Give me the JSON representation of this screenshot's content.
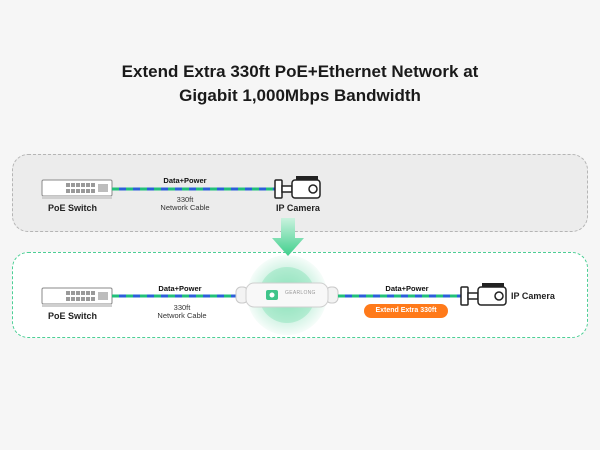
{
  "title": {
    "line1": "Extend Extra 330ft PoE+Ethernet Network at",
    "line2": "Gigabit 1,000Mbps Bandwidth"
  },
  "top_panel": {
    "device_left": "PoE Switch",
    "device_right": "IP Camera",
    "cable_top_label": "Data+Power",
    "cable_length": "330ft",
    "cable_type": "Network Cable"
  },
  "bottom_panel": {
    "device_left": "PoE Switch",
    "device_right": "IP Camera",
    "cable1_top_label": "Data+Power",
    "cable1_length": "330ft",
    "cable1_type": "Network Cable",
    "cable2_top_label": "Data+Power",
    "extender_badge": "Extend Extra 330ft",
    "extender_brand": "GEARLONG"
  },
  "colors": {
    "accent_green": "#4ccf95",
    "cable_blue": "#2b5fd9",
    "cable_green": "#22c07a",
    "badge_orange": "#ff7a1a"
  },
  "icons": [
    "switch-icon",
    "camera-icon",
    "down-arrow-icon",
    "extender-icon"
  ]
}
